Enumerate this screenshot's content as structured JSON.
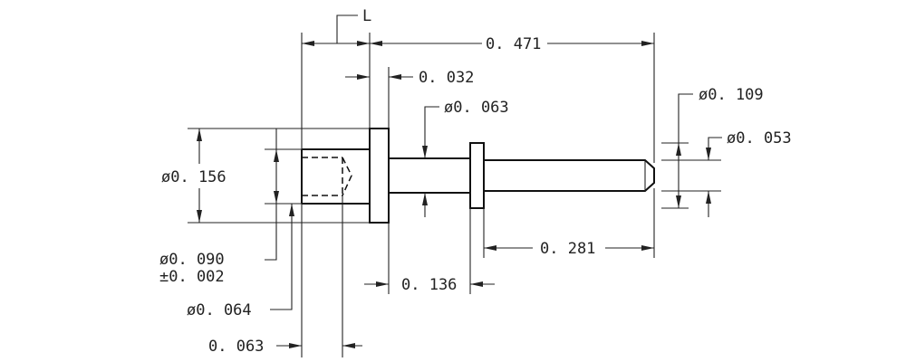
{
  "labels": {
    "length_L": "L",
    "overall_length": "0. 471",
    "flange_thickness": "0. 032",
    "shank_diameter": "ø0. 063",
    "collar_diameter": "ø0. 109",
    "pin_diameter": "ø0. 053",
    "flange_diameter": "ø0. 156",
    "pin_length": "0. 281",
    "bore_diameter": "ø0. 090",
    "bore_tolerance": "±0. 002",
    "shank_length": "0. 136",
    "counterbore_diameter": "ø0. 064",
    "wall_dimension": "0. 063"
  }
}
